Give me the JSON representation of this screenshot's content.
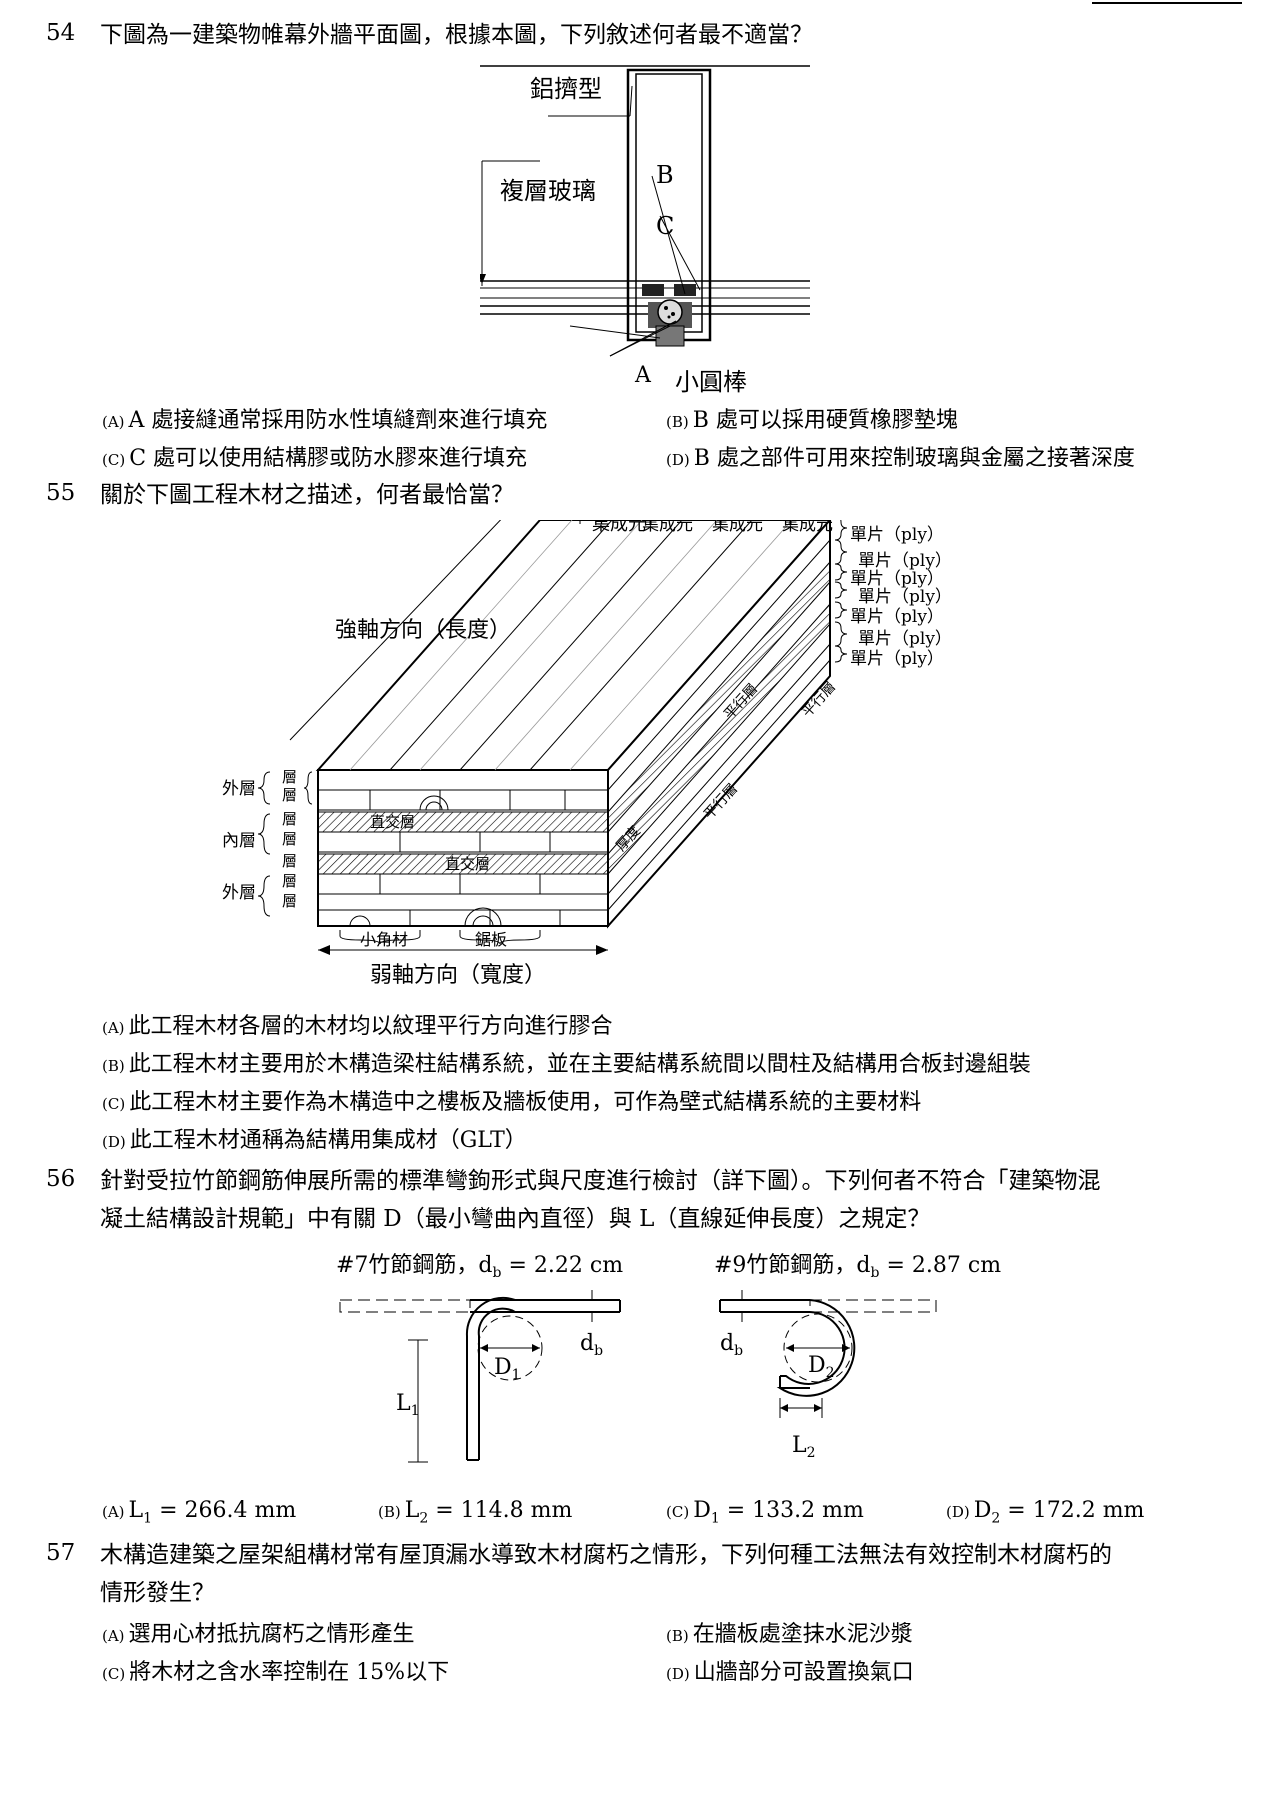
{
  "q54": {
    "num": "54",
    "text": "下圖為一建築物帷幕外牆平面圖，根據本圖，下列敘述何者最不適當？",
    "figure": {
      "label_aluminum": "鋁擠型",
      "label_glass": "複層玻璃",
      "label_b": "B",
      "label_c": "C",
      "label_a": "A",
      "label_rod": "小圓棒"
    },
    "options": [
      {
        "mark": "(A)",
        "text": "A 處接縫通常採用防水性填縫劑來進行填充"
      },
      {
        "mark": "(B)",
        "text": "B 處可以採用硬質橡膠墊塊"
      },
      {
        "mark": "(C)",
        "text": "C 處可以使用結構膠或防水膠來進行填充"
      },
      {
        "mark": "(D)",
        "text": "B 處之部件可用來控制玻璃與金屬之接著深度"
      }
    ]
  },
  "q55": {
    "num": "55",
    "text": "關於下圖工程木材之描述，何者最恰當？",
    "figure": {
      "lamina": [
        "集成元",
        "集成元",
        "集成元",
        "集成元"
      ],
      "ply": [
        "單片（ply）",
        "單片（ply）",
        "單片（ply）",
        "單片（ply）",
        "單片（ply）",
        "單片（ply）",
        "單片（ply）"
      ],
      "strong_axis": "強軸方向（長度）",
      "weak_axis": "弱軸方向（寬度）",
      "outer1": "外層",
      "inner": "內層",
      "outer2": "外層",
      "layer": "層",
      "cross1": "直交層",
      "cross2": "直交層",
      "parallel1": "平行層",
      "parallel2": "平行層",
      "parallel3": "平行層",
      "thickness": "厚度",
      "small_timber": "小角材",
      "sawn_board": "鋸板"
    },
    "options": [
      {
        "mark": "(A)",
        "text": "此工程木材各層的木材均以紋理平行方向進行膠合"
      },
      {
        "mark": "(B)",
        "text": "此工程木材主要用於木構造梁柱結構系統，並在主要結構系統間以間柱及結構用合板封邊組裝"
      },
      {
        "mark": "(C)",
        "text": "此工程木材主要作為木構造中之樓板及牆板使用，可作為壁式結構系統的主要材料"
      },
      {
        "mark": "(D)",
        "text": "此工程木材通稱為結構用集成材（GLT）"
      }
    ]
  },
  "q56": {
    "num": "56",
    "text_line1": "針對受拉竹節鋼筋伸展所需的標準彎鉤形式與尺度進行檢討（詳下圖）。下列何者不符合「建築物混",
    "text_line2": "凝土結構設計規範」中有關 D（最小彎曲內直徑）與 L（直線延伸長度）之規定？",
    "figure": {
      "left_title": "#7竹節鋼筋，d",
      "left_sub": "b",
      "left_val": " = 2.22 cm",
      "right_title": "#9竹節鋼筋，d",
      "right_sub": "b",
      "right_val": " = 2.87 cm",
      "d": "d",
      "b": "b",
      "D1": "D",
      "D1_sub": "1",
      "D2": "D",
      "D2_sub": "2",
      "L1": "L",
      "L1_sub": "1",
      "L2": "L",
      "L2_sub": "2"
    },
    "options": [
      {
        "mark": "(A)",
        "var": "L",
        "sub": "1",
        "val": " = 266.4 mm"
      },
      {
        "mark": "(B)",
        "var": "L",
        "sub": "2",
        "val": " = 114.8 mm"
      },
      {
        "mark": "(C)",
        "var": "D",
        "sub": "1",
        "val": " = 133.2 mm"
      },
      {
        "mark": "(D)",
        "var": "D",
        "sub": "2",
        "val": " = 172.2 mm"
      }
    ]
  },
  "q57": {
    "num": "57",
    "text_line1": "木構造建築之屋架組構材常有屋頂漏水導致木材腐朽之情形，下列何種工法無法有效控制木材腐朽的",
    "text_line2": "情形發生？",
    "options": [
      {
        "mark": "(A)",
        "text": "選用心材抵抗腐朽之情形產生"
      },
      {
        "mark": "(B)",
        "text": "在牆板處塗抹水泥沙漿"
      },
      {
        "mark": "(C)",
        "text": "將木材之含水率控制在 15%以下"
      },
      {
        "mark": "(D)",
        "text": "山牆部分可設置換氣口"
      }
    ]
  }
}
